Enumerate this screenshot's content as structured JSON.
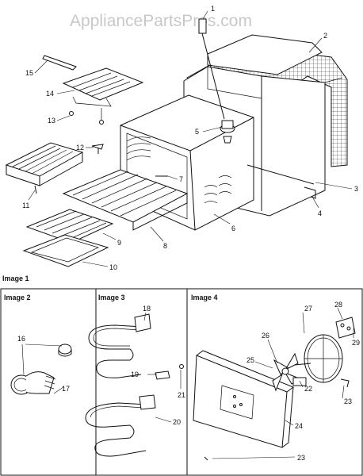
{
  "watermark": "AppliancePartsPros.com",
  "sections": {
    "image1": "Image 1",
    "image2": "Image 2",
    "image3": "Image 3",
    "image4": "Image 4"
  },
  "callouts": {
    "c1": "1",
    "c2": "2",
    "c3": "3",
    "c4": "4",
    "c5": "5",
    "c6": "6",
    "c7": "7",
    "c8": "8",
    "c9": "9",
    "c10": "10",
    "c11": "11",
    "c12": "12",
    "c13": "13",
    "c14": "14",
    "c15": "15",
    "c16": "16",
    "c17": "17",
    "c18": "18",
    "c19": "19",
    "c20": "20",
    "c21": "21",
    "c22": "22",
    "c23a": "23",
    "c23b": "23",
    "c24": "24",
    "c25": "25",
    "c26": "26",
    "c27": "27",
    "c28": "28",
    "c29": "29"
  }
}
